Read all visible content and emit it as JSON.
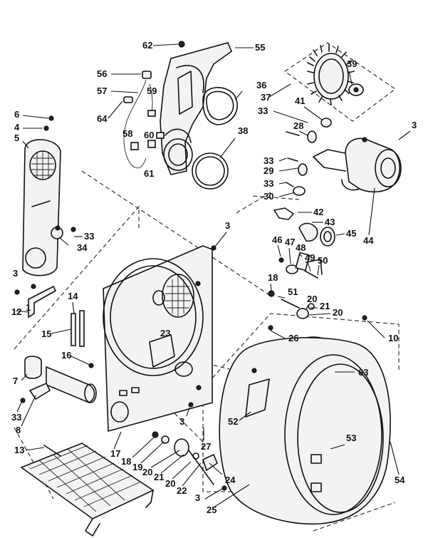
{
  "parts": [
    {
      "ref": "62"
    },
    {
      "ref": "55"
    },
    {
      "ref": "56"
    },
    {
      "ref": "39"
    },
    {
      "ref": "57"
    },
    {
      "ref": "59"
    },
    {
      "ref": "36"
    },
    {
      "ref": "37"
    },
    {
      "ref": "41"
    },
    {
      "ref": "64"
    },
    {
      "ref": "6"
    },
    {
      "ref": "33"
    },
    {
      "ref": "3"
    },
    {
      "ref": "4"
    },
    {
      "ref": "60"
    },
    {
      "ref": "28"
    },
    {
      "ref": "5"
    },
    {
      "ref": "58"
    },
    {
      "ref": "38"
    },
    {
      "ref": "61"
    },
    {
      "ref": "29"
    },
    {
      "ref": "30"
    },
    {
      "ref": "42"
    },
    {
      "ref": "43"
    },
    {
      "ref": "34"
    },
    {
      "ref": "46"
    },
    {
      "ref": "47"
    },
    {
      "ref": "48"
    },
    {
      "ref": "45"
    },
    {
      "ref": "44"
    },
    {
      "ref": "49"
    },
    {
      "ref": "50"
    },
    {
      "ref": "18"
    },
    {
      "ref": "51"
    },
    {
      "ref": "20"
    },
    {
      "ref": "21"
    },
    {
      "ref": "12"
    },
    {
      "ref": "14"
    },
    {
      "ref": "15"
    },
    {
      "ref": "23"
    },
    {
      "ref": "26"
    },
    {
      "ref": "10"
    },
    {
      "ref": "16"
    },
    {
      "ref": "63"
    },
    {
      "ref": "7"
    },
    {
      "ref": "52"
    },
    {
      "ref": "8"
    },
    {
      "ref": "53"
    },
    {
      "ref": "13"
    },
    {
      "ref": "17"
    },
    {
      "ref": "19"
    },
    {
      "ref": "27"
    },
    {
      "ref": "24"
    },
    {
      "ref": "22"
    },
    {
      "ref": "54"
    },
    {
      "ref": "25"
    },
    {
      "ref": "1"
    }
  ]
}
